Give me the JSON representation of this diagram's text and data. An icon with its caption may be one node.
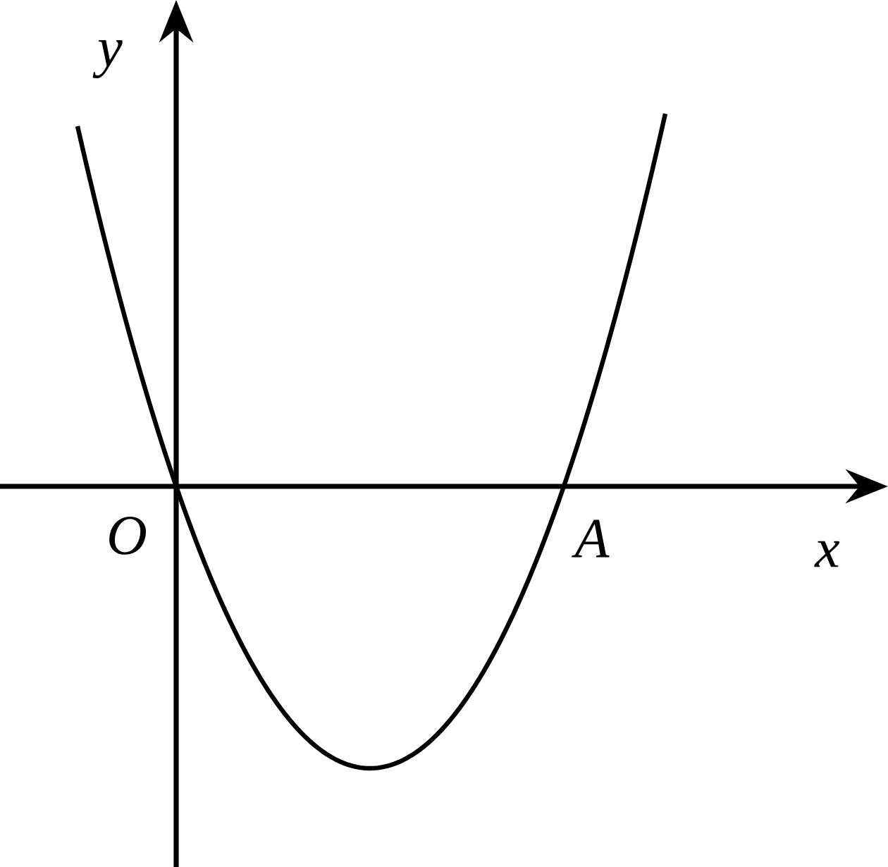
{
  "diagram": {
    "labels": [
      "y",
      "O",
      "A",
      "x"
    ]
  }
}
